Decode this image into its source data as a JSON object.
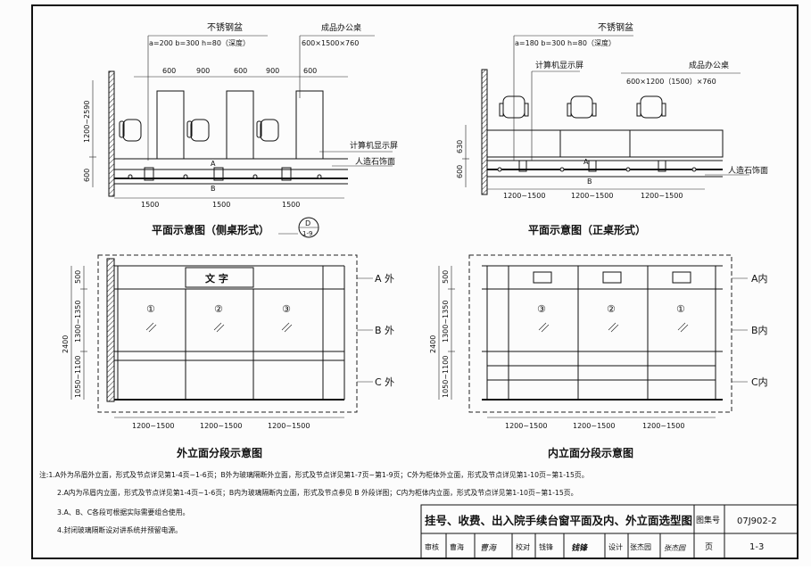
{
  "top_left": {
    "sink_label": "不锈钢盆",
    "sink_dims": "a=200 b=300 h=80（深度）",
    "desk_label": "成品办公桌",
    "desk_dims": "600×1500×760",
    "dim_top": [
      "600",
      "900",
      "600",
      "900",
      "600"
    ],
    "dim_left_upper": "1200~2590",
    "dim_left_lower": "600",
    "monitor_label": "计算机显示屏",
    "stone_label": "人造石饰面",
    "dim_bottom": [
      "1500",
      "1500",
      "1500"
    ],
    "marker_a": "A",
    "marker_b": "B",
    "title": "平面示意图（侧桌形式）",
    "detail_top": "D",
    "detail_bottom": "1-9"
  },
  "top_right": {
    "sink_label": "不锈钢盆",
    "sink_dims": "a=180 b=300 h=80（深度）",
    "monitor_label": "计算机显示屏",
    "desk_label": "成品办公桌",
    "desk_dims": "600×1200（1500）×760",
    "dim_left_lower": "600",
    "dim_left_upper": "630",
    "stone_label": "人造石饰面",
    "dim_bottom": [
      "1200~1500",
      "1200~1500",
      "1200~1500"
    ],
    "marker_a": "A",
    "marker_b": "B",
    "title": "平面示意图（正桌形式）"
  },
  "bottom_left": {
    "banner": "文 字",
    "window_nums": [
      "①",
      "②",
      "③"
    ],
    "dim_left_total": "2400",
    "dim_left": [
      "500",
      "1300~1350",
      "1050~1100"
    ],
    "labels": [
      "A 外",
      "B 外",
      "C 外"
    ],
    "dim_bottom": [
      "1200~1500",
      "1200~1500",
      "1200~1500"
    ],
    "title": "外立面分段示意图"
  },
  "bottom_right": {
    "window_nums": [
      "③",
      "②",
      "①"
    ],
    "dim_left_total": "2400",
    "dim_left": [
      "500",
      "1300~1350",
      "1050~1100"
    ],
    "labels": [
      "A内",
      "B内",
      "C内"
    ],
    "dim_bottom": [
      "1200~1500",
      "1200~1500",
      "1200~1500"
    ],
    "title": "内立面分段示意图"
  },
  "notes": [
    "注:1.A外为吊眉外立面，形式及节点详见第1-4页~1-6页；B外为玻璃隔断外立面，形式及节点详见第1-7页~第1-9页；C外为柜体外立面，形式及节点详见第1-10页~第1-15页。",
    "2.A内为吊眉内立面，形式及节点详见第1-4页~1-6页；B内为玻璃隔断内立面，形式及节点参见 B 外段详图；C内为柜体内立面，形式及节点详见第1-10页~第1-15页。",
    "3.A、B、C各段可根据实际需要组合使用。",
    "4.封闭玻璃隔断设对讲系统并预留电源。"
  ],
  "title_block": {
    "title": "挂号、收费、出入院手续台窗平面及内、外立面选型图",
    "atlas_label": "图集号",
    "atlas_no": "07J902-2",
    "row": [
      "审核",
      "曹海",
      "校对",
      "钱锋",
      "设计",
      "张杰园"
    ],
    "sig1": "曹海",
    "sig2": "钱锋",
    "sig3": "张杰园",
    "page_label": "页",
    "page_no": "1-3"
  }
}
